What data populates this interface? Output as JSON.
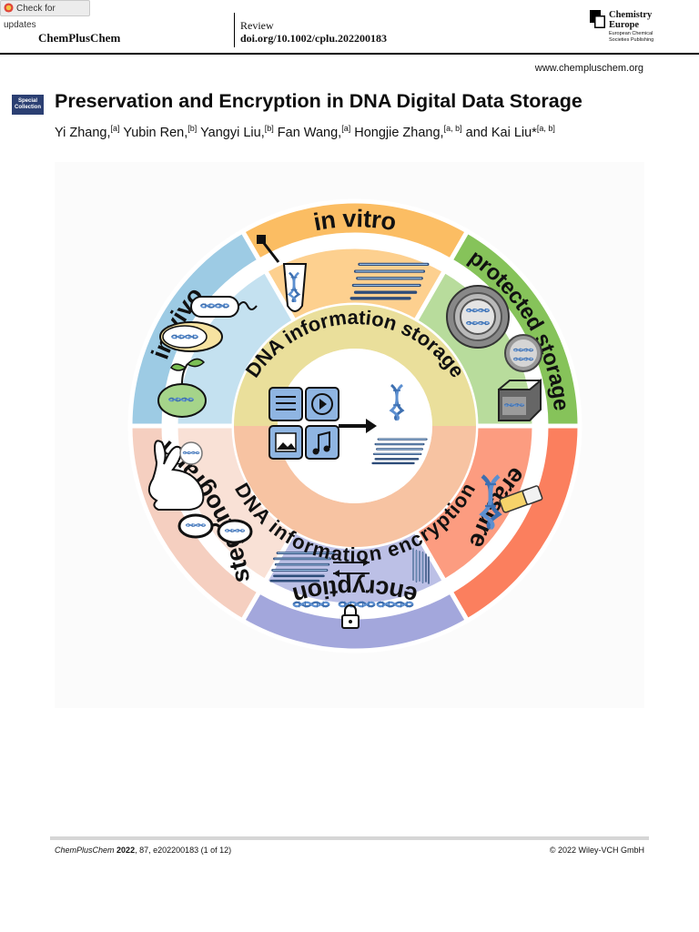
{
  "header": {
    "check_updates": "Check for updates",
    "journal": "ChemPlusChem",
    "article_type": "Review",
    "doi": "doi.org/10.1002/cplu.202200183",
    "publisher_name": [
      "Chemistry",
      "Europe"
    ],
    "publisher_sub": [
      "European Chemical",
      "Societies Publishing"
    ],
    "site": "www.chempluschem.org"
  },
  "badge": [
    "Special",
    "Collection"
  ],
  "title": "Preservation and Encryption in DNA Digital Data Storage",
  "authors": [
    {
      "name": "Yi Zhang,",
      "aff": "[a]"
    },
    {
      "name": "Yubin Ren,",
      "aff": "[b]"
    },
    {
      "name": "Yangyi Liu,",
      "aff": "[b]"
    },
    {
      "name": "Fan Wang,",
      "aff": "[a]"
    },
    {
      "name": "Hongjie Zhang,",
      "aff": "[a, b]"
    },
    {
      "name": "and Kai Liu*",
      "aff": "[a, b]"
    }
  ],
  "figure": {
    "outer_labels": [
      "in vitro",
      "protected storage",
      "erasure",
      "encryption",
      "steganograph",
      "in vivo"
    ],
    "inner_top": "DNA information storage",
    "inner_bottom": "DNA information encryption",
    "colors": {
      "invitro": "#fbbd63",
      "protected": "#86c35a",
      "erasure": "#fb7f5e",
      "encryption": "#a3a7dc",
      "steganograph": "#f5cfc0",
      "invivo": "#9dcbe4",
      "storage_ring": "#eadf9b",
      "encrypt_ring": "#f7c3a2"
    }
  },
  "footer": {
    "journal": "ChemPlusChem",
    "year": "2022",
    "citation": ", 87, e202200183 (1 of 12)",
    "copyright": "© 2022 Wiley-VCH GmbH"
  }
}
